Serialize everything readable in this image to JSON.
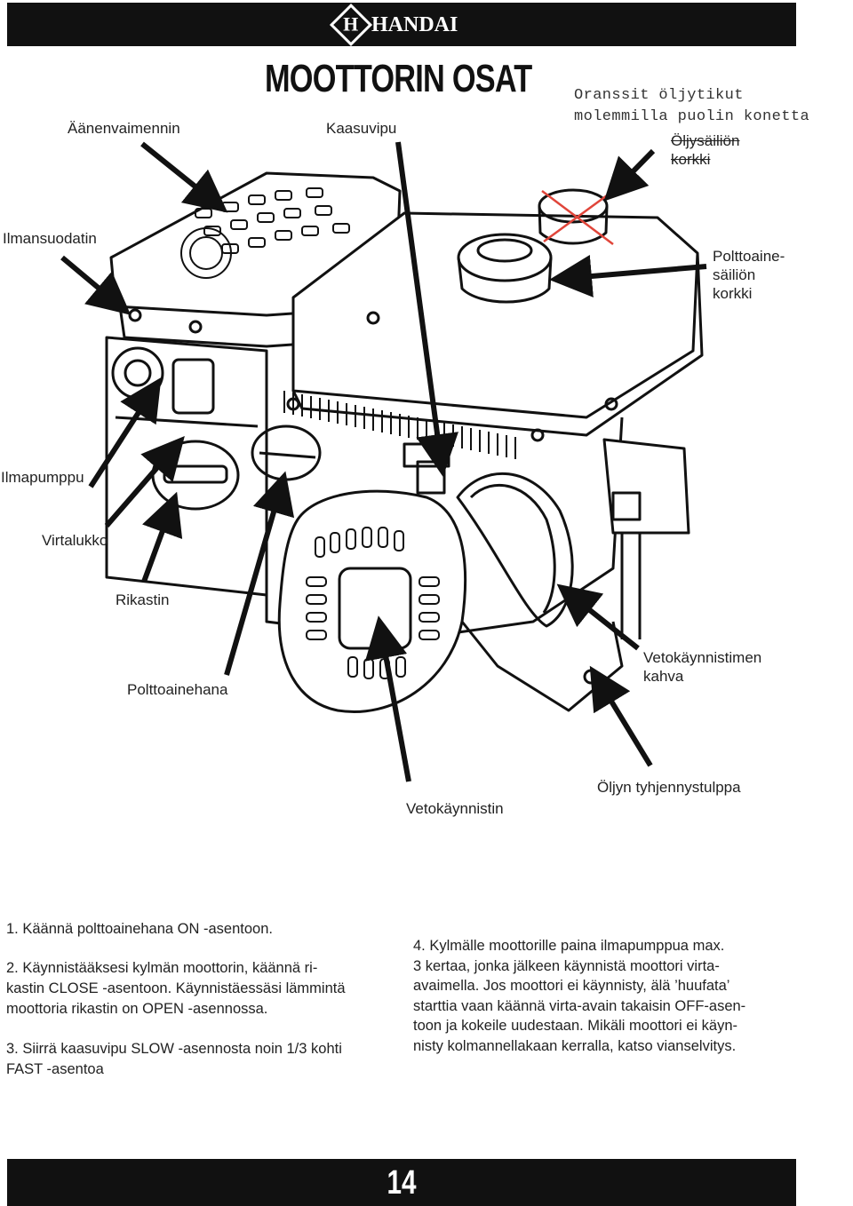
{
  "header": {
    "logo_letter": "H",
    "brand": "HANDAI",
    "title": "MOOTTORIN OSAT"
  },
  "note": {
    "line1": "Oranssit öljytikut",
    "line2": "molemmilla puolin konetta"
  },
  "labels": {
    "aanenvaimennin": "Äänenvaimennin",
    "kaasuvipu": "Kaasuvipu",
    "oljysailion_korkki_1": "Öljysäiliön",
    "oljysailion_korkki_2": "korkki",
    "ilmansuodatin": "Ilmansuodatin",
    "polttoaine_korkki_1": "Polttoaine-",
    "polttoaine_korkki_2": "säiliön",
    "polttoaine_korkki_3": "korkki",
    "ilmapumppu": "Ilmapumppu",
    "virtalukko": "Virtalukko",
    "rikastin": "Rikastin",
    "polttoainehana": "Polttoainehana",
    "vetokaynnistimen_kahva_1": "Vetokäynnistimen",
    "vetokaynnistimen_kahva_2": "kahva",
    "vetokaynnistin": "Vetokäynnistin",
    "oljyn_tyhjennystulppa": "Öljyn tyhjennystulppa"
  },
  "instructions": {
    "step1": "1. Käännä polttoainehana ON -asentoon.",
    "step2a": "2. Käynnistääksesi kylmän moottorin, käännä ri-",
    "step2b": "kastin CLOSE -asentoon. Käynnistäessäsi lämmintä",
    "step2c": "moottoria rikastin on OPEN -asennossa.",
    "step3a": "3. Siirrä kaasuvipu SLOW -asennosta noin 1/3 kohti",
    "step3b": "FAST -asentoa",
    "step4a": "4. Kylmälle moottorille paina ilmapumppua max.",
    "step4b": "3 kertaa, jonka jälkeen käynnistä moottori virta-",
    "step4c": "avaimella. Jos moottori ei käynnisty, älä ’huufata’",
    "step4d": "starttia vaan käännä virta-avain takaisin OFF-asen-",
    "step4e": "toon ja kokeile uudestaan. Mikäli moottori ei käyn-",
    "step4f": "nisty kolmannellakaan kerralla, katso vianselvitys."
  },
  "footer": {
    "page_number": "14"
  },
  "colors": {
    "bar": "#111111",
    "cross": "#e0453a"
  }
}
